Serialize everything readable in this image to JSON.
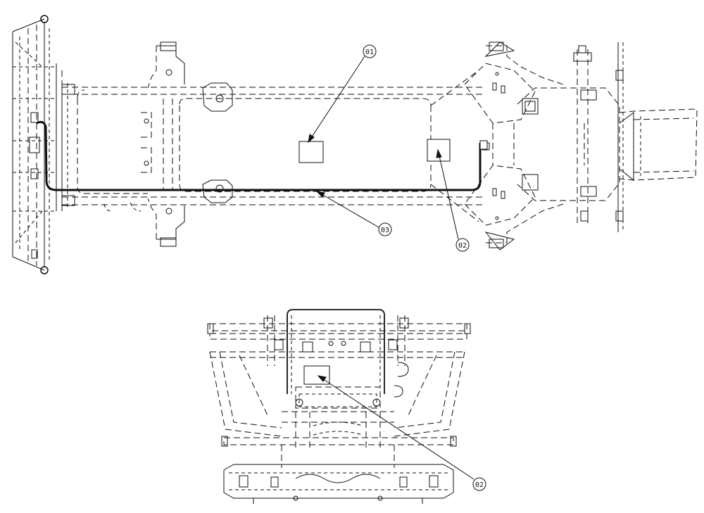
{
  "callouts": {
    "top": [
      {
        "id": "c01",
        "label": "01"
      },
      {
        "id": "c02",
        "label": "02"
      },
      {
        "id": "c03",
        "label": "03"
      }
    ],
    "bottom": [
      {
        "id": "c02b",
        "label": "02"
      }
    ]
  },
  "colors": {
    "line": "#111111",
    "background": "#ffffff"
  }
}
